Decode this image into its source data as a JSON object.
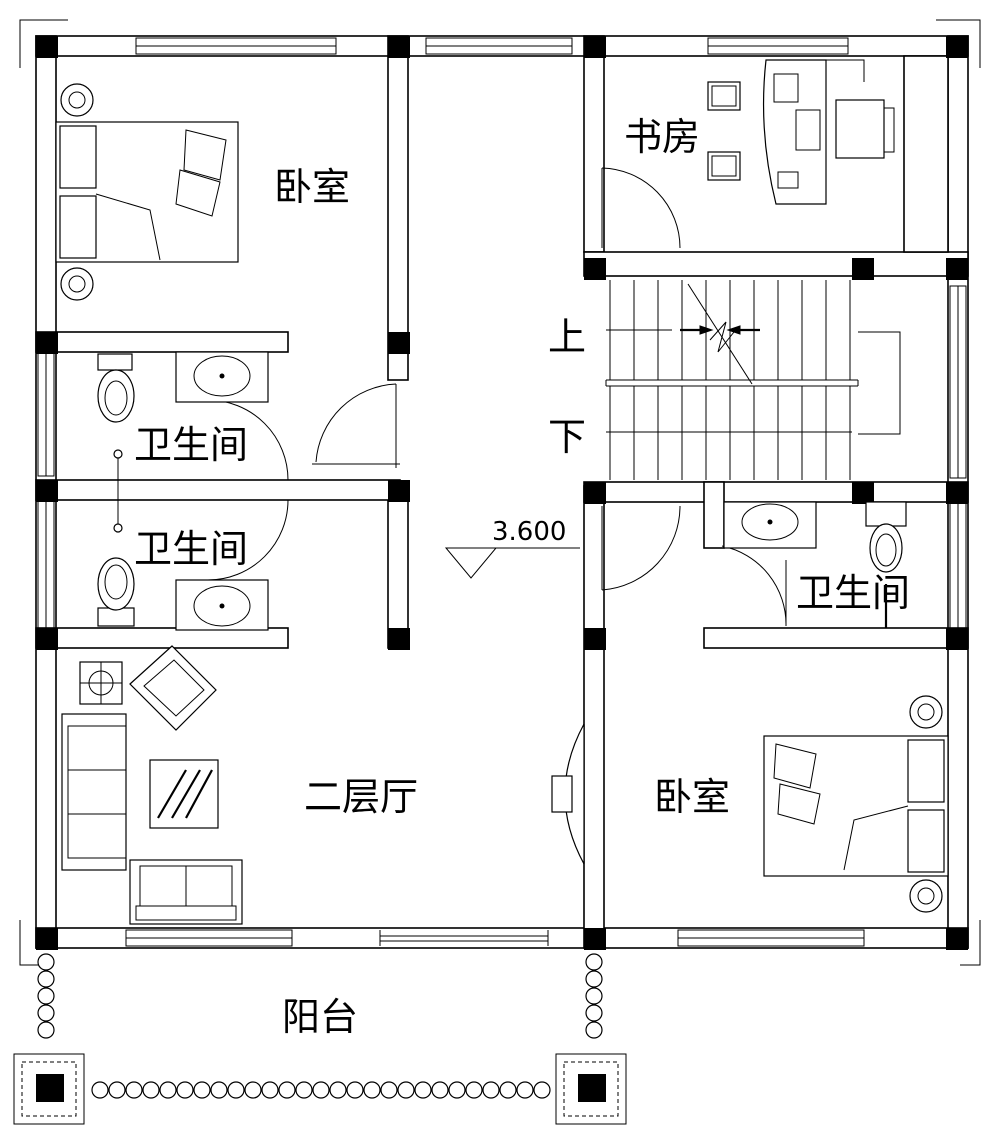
{
  "rooms": {
    "bedroom_nw": "卧室",
    "study": "书房",
    "bath_1": "卫生间",
    "bath_2": "卫生间",
    "bath_3": "卫生间",
    "hall": "二层厅",
    "bedroom_se": "卧室",
    "balcony": "阳台"
  },
  "stairs": {
    "up": "上",
    "down": "下"
  },
  "elevation": "3.600"
}
